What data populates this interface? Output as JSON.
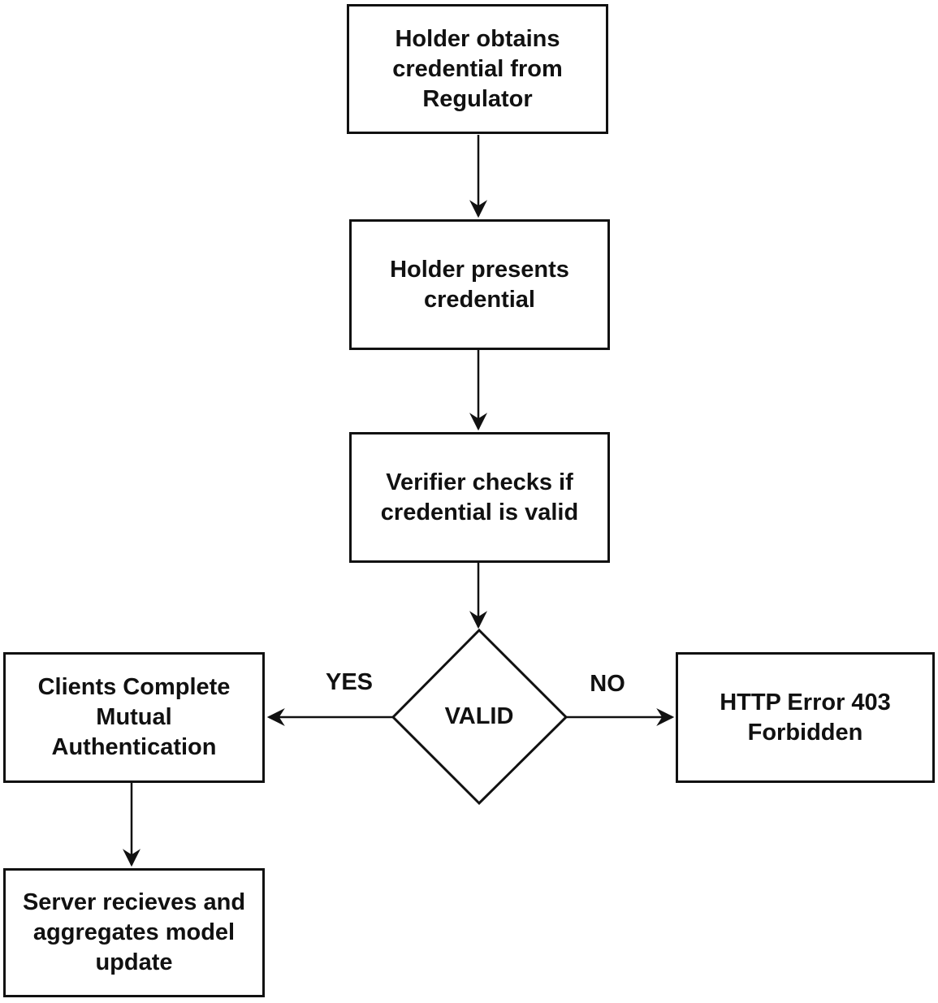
{
  "diagram": {
    "type": "flowchart",
    "colors": {
      "stroke": "#111111",
      "text": "#111111",
      "background": "#ffffff"
    },
    "nodes": {
      "obtain_credential": {
        "shape": "rectangle",
        "label": "Holder obtains\ncredential from\nRegulator"
      },
      "present_credential": {
        "shape": "rectangle",
        "label": "Holder presents\ncredential"
      },
      "verify_credential": {
        "shape": "rectangle",
        "label": "Verifier checks if\ncredential is valid"
      },
      "valid_decision": {
        "shape": "diamond",
        "label": "VALID"
      },
      "mutual_auth": {
        "shape": "rectangle",
        "label": "Clients Complete\nMutual\nAuthentication"
      },
      "http_error": {
        "shape": "rectangle",
        "label": "HTTP Error 403\nForbidden"
      },
      "server_aggregate": {
        "shape": "rectangle",
        "label": "Server recieves and\naggregates model\nupdate"
      }
    },
    "edges": {
      "obtain_to_present": {
        "from": "obtain_credential",
        "to": "present_credential",
        "label": ""
      },
      "present_to_verify": {
        "from": "present_credential",
        "to": "verify_credential",
        "label": ""
      },
      "verify_to_decision": {
        "from": "verify_credential",
        "to": "valid_decision",
        "label": ""
      },
      "decision_yes": {
        "from": "valid_decision",
        "to": "mutual_auth",
        "label": "YES"
      },
      "decision_no": {
        "from": "valid_decision",
        "to": "http_error",
        "label": "NO"
      },
      "auth_to_server": {
        "from": "mutual_auth",
        "to": "server_aggregate",
        "label": ""
      }
    }
  }
}
